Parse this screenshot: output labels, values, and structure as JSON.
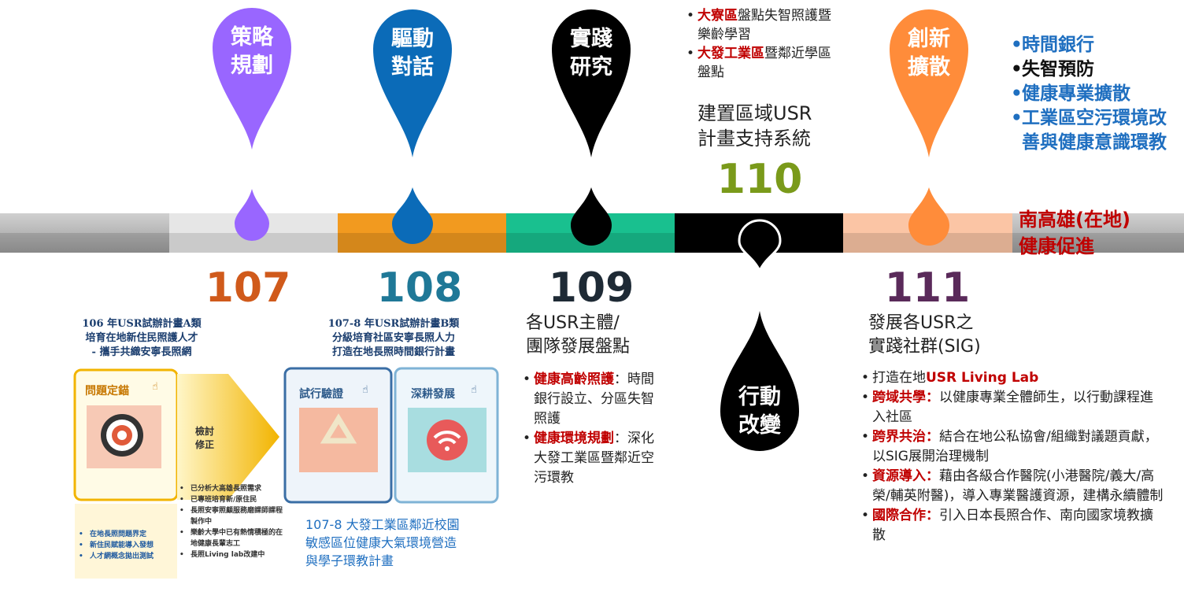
{
  "pins": {
    "p1": "策略\n規劃",
    "p2": "驅動\n對話",
    "p3": "實踐\n研究",
    "p4": "創新\n擴散",
    "p5": "行動\n改變"
  },
  "years": {
    "y107": "107",
    "y108": "108",
    "y109": "109",
    "y110": "110",
    "y111": "111"
  },
  "colors": {
    "purple": "#9966ff",
    "blue": "#0b6bb8",
    "black": "#000000",
    "orange": "#ff8c3a",
    "green": "#7a9a1a",
    "darkred": "#d05a1b",
    "teal": "#1f7897",
    "plum": "#5a2a5a",
    "seg_orange": "#f29a1f",
    "seg_teal": "#19c08f",
    "seg_peach": "#fbc5a5"
  },
  "top110": {
    "bullets": [
      {
        "hl": "大寮區",
        "rest": "盤點失智照護暨樂齡學習"
      },
      {
        "hl": "大發工業區",
        "rest": "暨鄰近學區盤點"
      }
    ],
    "title1": "建置區域USR",
    "title2": "計畫支持系統"
  },
  "right_list": {
    "items": [
      {
        "text": "時間銀行",
        "color": "#1f6fc0"
      },
      {
        "text": "失智預防",
        "color": "#111111"
      },
      {
        "text": "健康專業擴散",
        "color": "#1f6fc0"
      },
      {
        "text": "工業區空污環境改善與健康意識環教",
        "color": "#1f6fc0"
      }
    ],
    "south1": "南高雄(在地)",
    "south2": "健康促進"
  },
  "y107_note": {
    "l1": "106 年USR試辦計畫A類",
    "l2": "培育在地新住民照護人才",
    "l3": "- 攜手共織安寧長照網"
  },
  "y108_note": {
    "l1": "107-8 年USR試辦計畫B類",
    "l2": "分級培育社區安寧長照人力",
    "l3": "打造在地長照時間銀行計畫"
  },
  "card107": {
    "title": "問題定錨",
    "arrow_text1": "檢討",
    "arrow_text2": "修正",
    "left_items": [
      "在地長照問題界定",
      "新住民賦能導入發想",
      "人才網概念拋出測試"
    ],
    "right_items": [
      "已分析大高雄長照需求",
      "已專班培育新/原住民",
      "長照安寧照顧服務磨課師課程製作中",
      "樂齡大學中已有熱情積極的在地健康長輩志工",
      "長照Living lab改建中"
    ]
  },
  "card108a": {
    "title": "試行驗證"
  },
  "card108b": {
    "title": "深耕發展"
  },
  "y108_bottom": {
    "l1": "107-8 大發工業區鄰近校園",
    "l2": "敏感區位健康大氣環境營造",
    "l3": "與學子環教計畫"
  },
  "y109": {
    "title1": "各USR主體/",
    "title2": "團隊發展盤點",
    "items": [
      {
        "hl": "健康高齡照護",
        "rest": "：時間銀行設立、分區失智照護"
      },
      {
        "hl": "健康環境規劃",
        "rest": "：深化大發工業區暨鄰近空污環教"
      }
    ]
  },
  "y111": {
    "title1": "發展各USR之",
    "title2": "實踐社群(SIG)",
    "items": [
      {
        "pre": "打造在地",
        "hl": "USR Living Lab",
        "rest": ""
      },
      {
        "pre": "",
        "hl": "跨域共學：",
        "rest": "以健康專業全體師生，以行動課程進入社區"
      },
      {
        "pre": "",
        "hl": "跨界共治：",
        "rest": "結合在地公私協會/組織對議題貢獻，以SIG展開治理機制"
      },
      {
        "pre": "",
        "hl": "資源導入：",
        "rest": "藉由各級合作醫院(小港醫院/義大/高榮/輔英附醫)，導入專業醫護資源，建構永續體制"
      },
      {
        "pre": "",
        "hl": "國際合作：",
        "rest": "引入日本長照合作、南向國家境教擴散"
      }
    ]
  }
}
